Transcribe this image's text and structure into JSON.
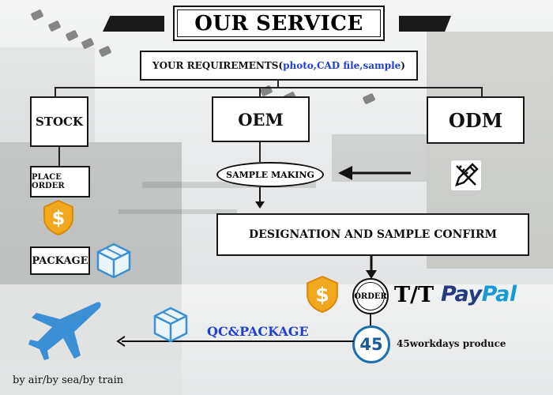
{
  "title": "OUR SERVICE",
  "requirements": {
    "prefix": "YOUR REQUIREMENTS(",
    "detail": "photo,CAD file,sample",
    "suffix": ")"
  },
  "branches": {
    "stock": "STOCK",
    "oem": "OEM",
    "odm": "ODM"
  },
  "stock_flow": {
    "place_order": "PLACE ORDER",
    "package": "PACKAGE"
  },
  "sample_making": "SAMPLE MAKING",
  "designation": "DESIGNATION AND SAMPLE CONFIRM",
  "order_label": "ORDER",
  "payment": {
    "tt": "T/T",
    "paypal_pay": "Pay",
    "paypal_pal": "Pal"
  },
  "production": {
    "days": "45",
    "caption": "45workdays produce"
  },
  "qc_package": "QC&PACKAGE",
  "shipping": "by air/by sea/by train",
  "colors": {
    "accent_blue": "#1f3fd1",
    "dollar_gold": "#f2a81d",
    "box_blue": "#3b8fd4"
  },
  "icons": [
    "dollar-shield-icon",
    "box-icon",
    "airplane-icon",
    "pencil-ruler-icon"
  ]
}
